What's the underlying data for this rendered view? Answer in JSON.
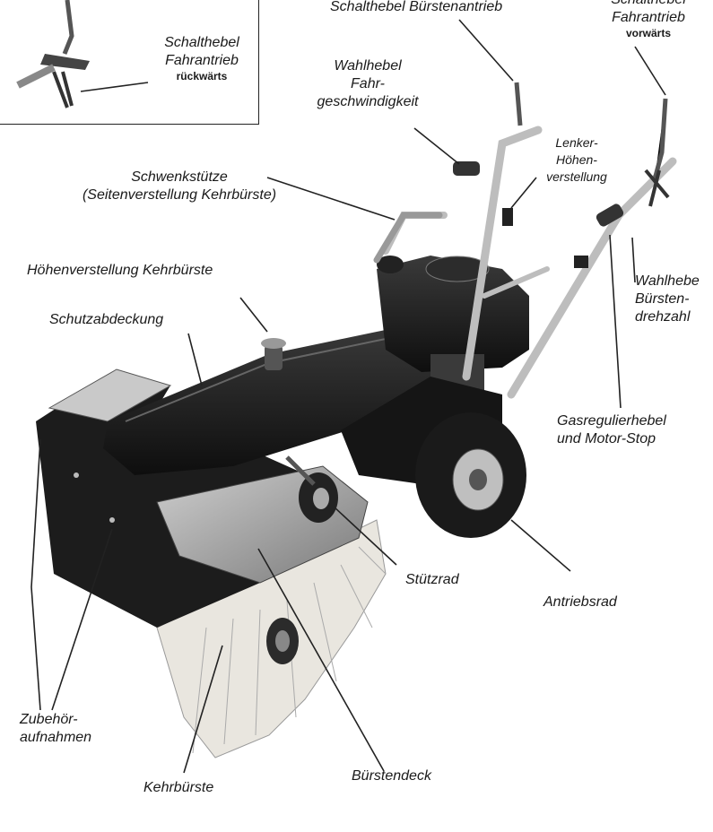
{
  "diagram": {
    "labels": {
      "schalthebel_buerstenantrieb": "Schalthebel Bürstenantrieb",
      "schalthebel_vorwaerts_1": "Schalthebel",
      "schalthebel_vorwaerts_2": "Fahrantrieb",
      "schalthebel_vorwaerts_3": "vorwärts",
      "schalthebel_rueck_1": "Schalthebel",
      "schalthebel_rueck_2": "Fahrantrieb",
      "schalthebel_rueck_3": "rückwärts",
      "wahlhebel_fahr_1": "Wahlhebel",
      "wahlhebel_fahr_2": "Fahr-",
      "wahlhebel_fahr_3": "geschwindigkeit",
      "lenker_1": "Lenker-",
      "lenker_2": "Höhen-",
      "lenker_3": "verstellung",
      "schwenkstuetze_1": "Schwenkstütze",
      "schwenkstuetze_2": "(Seitenverstellung Kehrbürste)",
      "hoehenverstellung": "Höhenverstellung Kehrbürste",
      "schutzabdeckung": "Schutzabdeckung",
      "wahlhebel_buerste_1": "Wahlhebe",
      "wahlhebel_buerste_2": "Bürsten-",
      "wahlhebel_buerste_3": "drehzahl",
      "gasregulier_1": "Gasregulierhebel",
      "gasregulier_2": "und Motor-Stop",
      "stuetzrad": "Stützrad",
      "antriebsrad": "Antriebsrad",
      "zubehoer_1": "Zubehör-",
      "zubehoer_2": "aufnahmen",
      "kehrbuerste": "Kehrbürste",
      "buerstendeck": "Bürstendeck"
    }
  }
}
